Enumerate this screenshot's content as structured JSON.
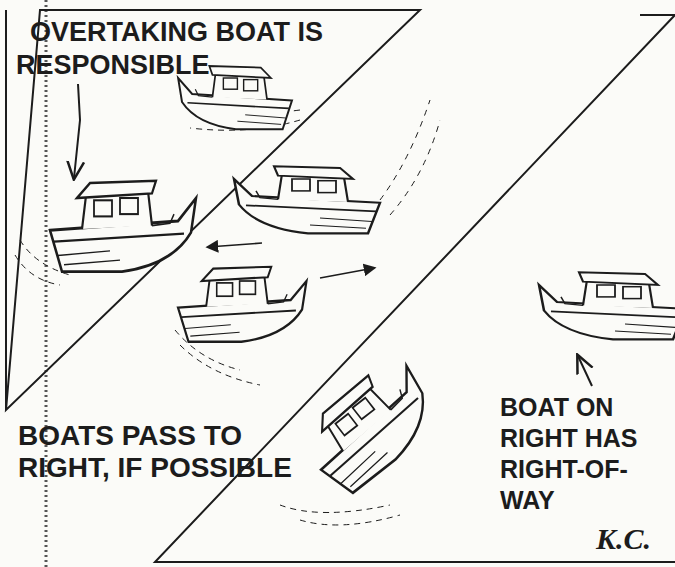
{
  "diagram": {
    "labels": [
      "OVERTAKING BOAT IS RESPONSIBLE",
      "BOATS PASS TO RIGHT, IF POSSIBLE",
      "BOAT ON RIGHT HAS RIGHT-OF-WAY",
      "K.C."
    ]
  }
}
